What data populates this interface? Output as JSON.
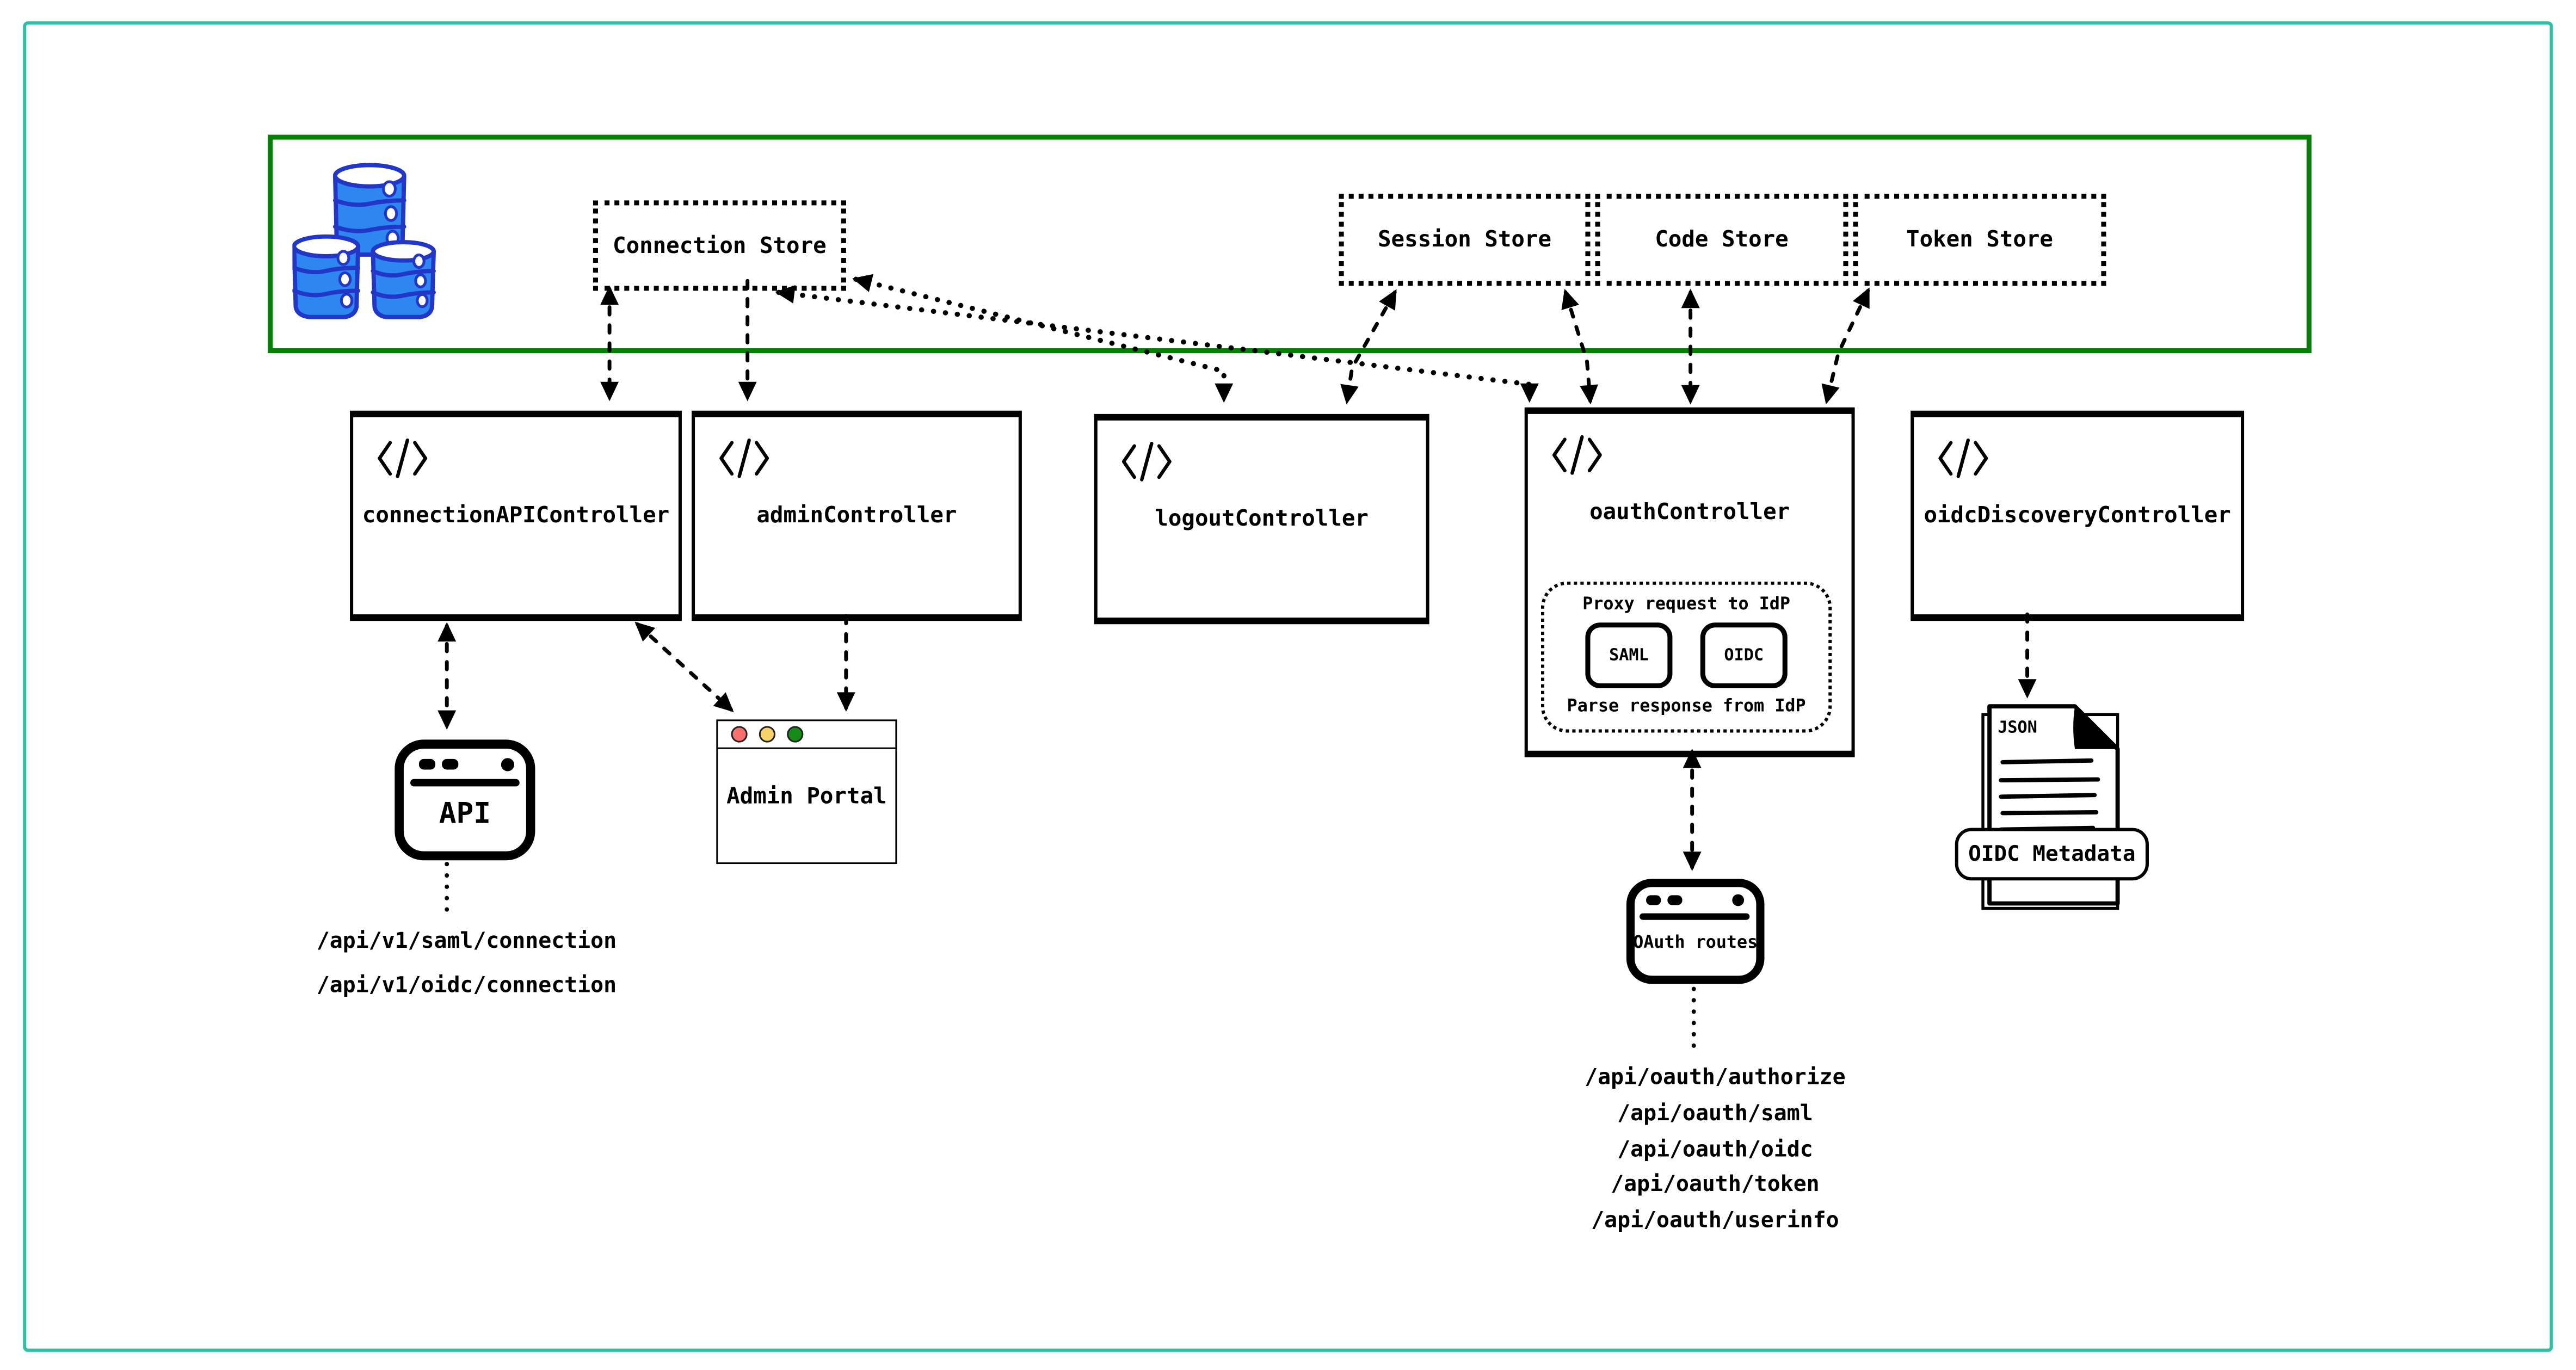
{
  "stores": {
    "connection": "Connection Store",
    "session": "Session Store",
    "code": "Code Store",
    "token": "Token Store"
  },
  "controllers": {
    "connection_api": "connectionAPIController",
    "admin": "adminController",
    "logout": "logoutController",
    "oauth": "oauthController",
    "oidc_discovery": "oidcDiscoveryController"
  },
  "oauth_proxy": {
    "request": "Proxy request to IdP",
    "saml": "SAML",
    "oidc": "OIDC",
    "response": "Parse response from IdP"
  },
  "clients": {
    "api_window": "API",
    "admin_portal": "Admin Portal",
    "oauth_routes": "OAuth routes",
    "json_badge": "JSON",
    "oidc_metadata": "OIDC Metadata"
  },
  "endpoints": {
    "connection_api": [
      "/api/v1/saml/connection",
      "/api/v1/oidc/connection"
    ],
    "oauth": [
      "/api/oauth/authorize",
      "/api/oauth/saml",
      "/api/oauth/oidc",
      "/api/oauth/token",
      "/api/oauth/userinfo"
    ]
  },
  "colors": {
    "frame_border": "#2fbfa4",
    "db_container_border": "#067f06",
    "database_fill": "#2e87f0",
    "database_stroke": "#2236c8",
    "traffic_red": "#fa7070",
    "traffic_yellow": "#f8d36a",
    "traffic_green": "#168a16",
    "line": "#000000"
  }
}
